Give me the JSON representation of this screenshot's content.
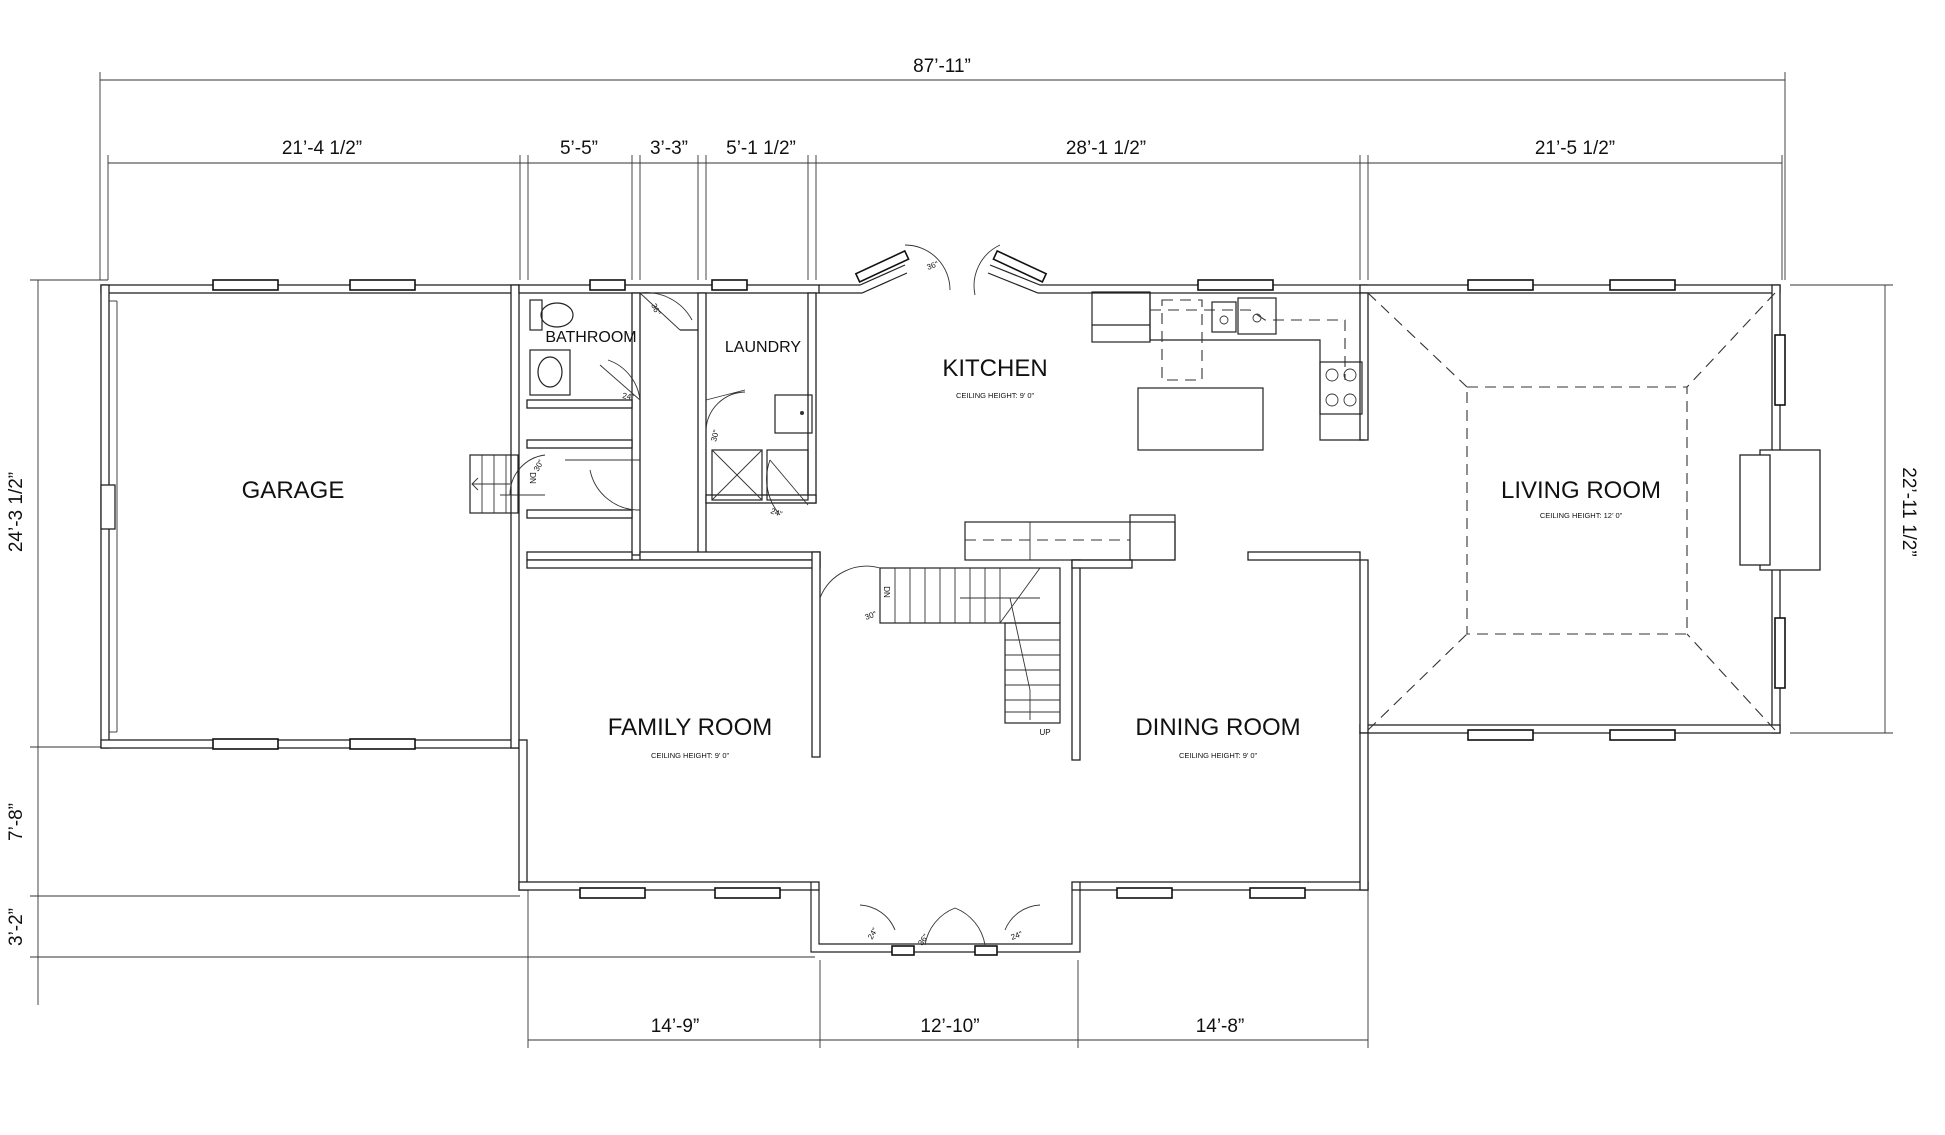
{
  "dimensions": {
    "overall_width": "87’-11”",
    "garage_width": "21’-4 1/2”",
    "bathroom_width": "5’-5”",
    "hall_width": "3’-3”",
    "laundry_width": "5’-1 1/2”",
    "kitchen_width": "28’-1 1/2”",
    "living_width": "21’-5 1/2”",
    "garage_depth": "24’-3 1/2”",
    "porch_depth": "7’-8”",
    "front_depth": "3’-2”",
    "living_depth": "22’-11 1/2”",
    "family_room_width": "14’-9”",
    "foyer_width": "12’-10”",
    "dining_room_width": "14’-8”"
  },
  "rooms": {
    "garage": "GARAGE",
    "bathroom": "BATHROOM",
    "laundry": "LAUNDRY",
    "kitchen": "KITCHEN",
    "kitchen_ceiling": "CEILING HEIGHT: 9’ 0”",
    "living_room": "LIVING ROOM",
    "living_ceiling": "CEILING HEIGHT: 12’ 0”",
    "family_room": "FAMILY ROOM",
    "family_ceiling": "CEILING HEIGHT: 9’ 0”",
    "dining_room": "DINING ROOM",
    "dining_ceiling": "CEILING HEIGHT: 9’ 0”"
  },
  "doors": {
    "d36": "36\"",
    "d30": "30\"",
    "d24": "24\""
  },
  "stairs": {
    "down": "DN",
    "up": "UP"
  }
}
